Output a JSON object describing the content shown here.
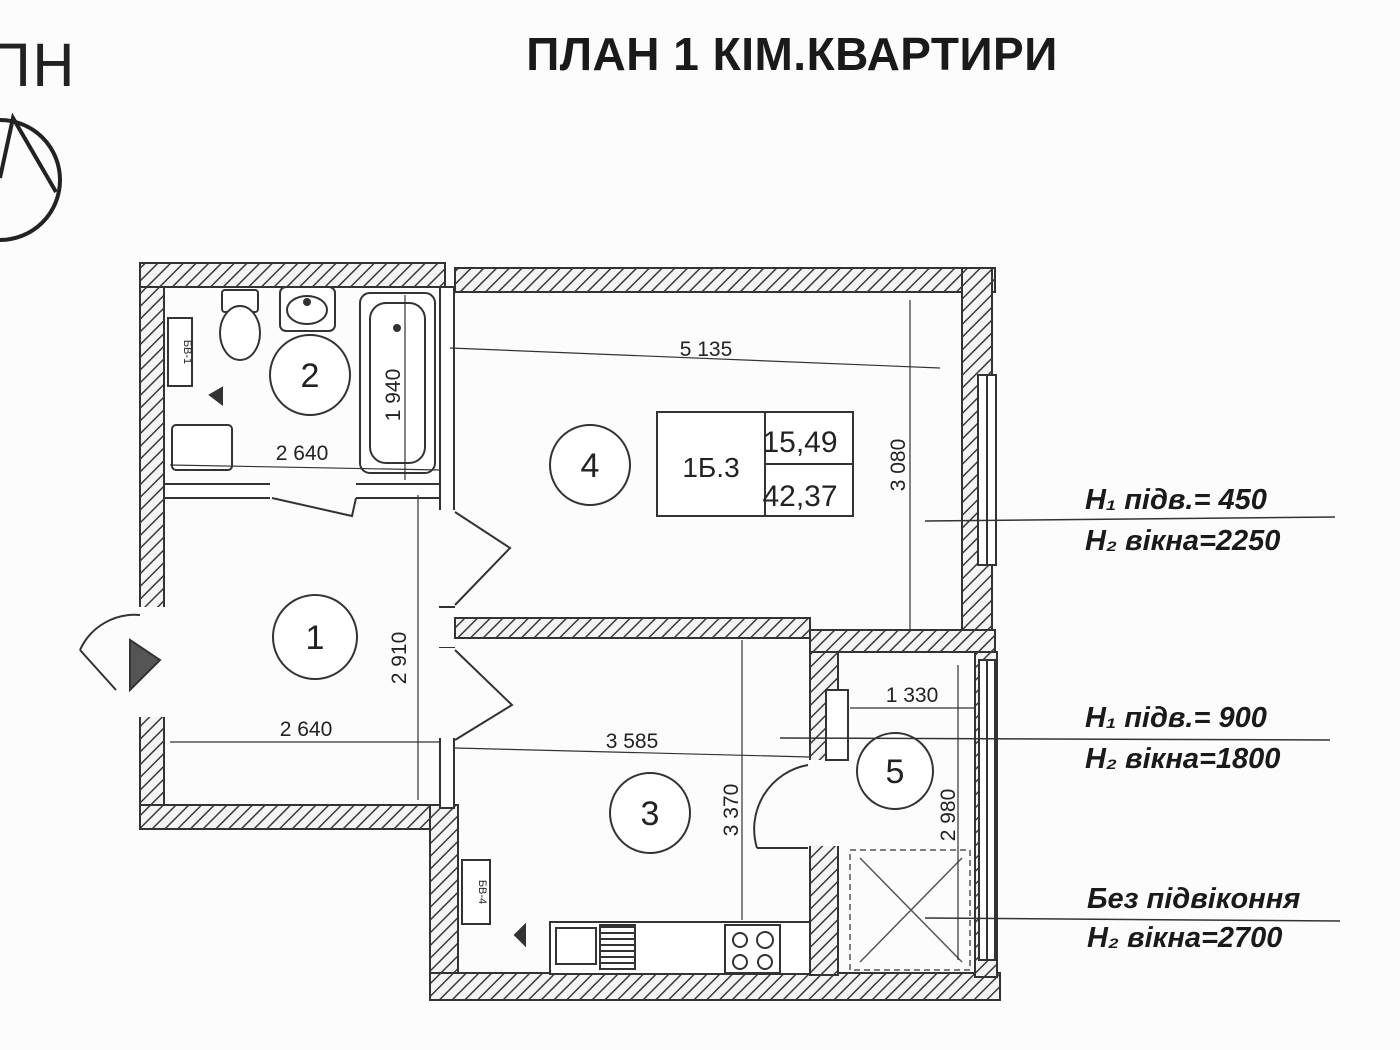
{
  "title": "ПЛАН 1 КІМ.КВАРТИРИ",
  "north_label": "ПН",
  "rooms": [
    {
      "number": "1"
    },
    {
      "number": "2"
    },
    {
      "number": "3"
    },
    {
      "number": "4"
    },
    {
      "number": "5"
    }
  ],
  "dimensions": {
    "living_width": "5 135",
    "living_depth": "3 080",
    "bath_width": "2 640",
    "bath_length": "1 940",
    "hall_width": "2 640",
    "hall_depth": "2 910",
    "kitchen_width": "3 585",
    "kitchen_depth": "3 370",
    "balcony_width": "1 330",
    "balcony_length": "2 980"
  },
  "apartment": {
    "code": "1Б.3",
    "living_area": "15,49",
    "total_area": "42,37"
  },
  "vent_labels": {
    "bath": "БВ-1",
    "kitchen": "БВ-4"
  },
  "window_notes": [
    {
      "line1": "H₁ підв.= 450",
      "line2": "H₂ вікна=2250"
    },
    {
      "line1": "H₁ підв.= 900",
      "line2": "H₂ вікна=1800"
    },
    {
      "line1": "Без підвіконня",
      "line2": "H₂ вікна=2700"
    }
  ]
}
